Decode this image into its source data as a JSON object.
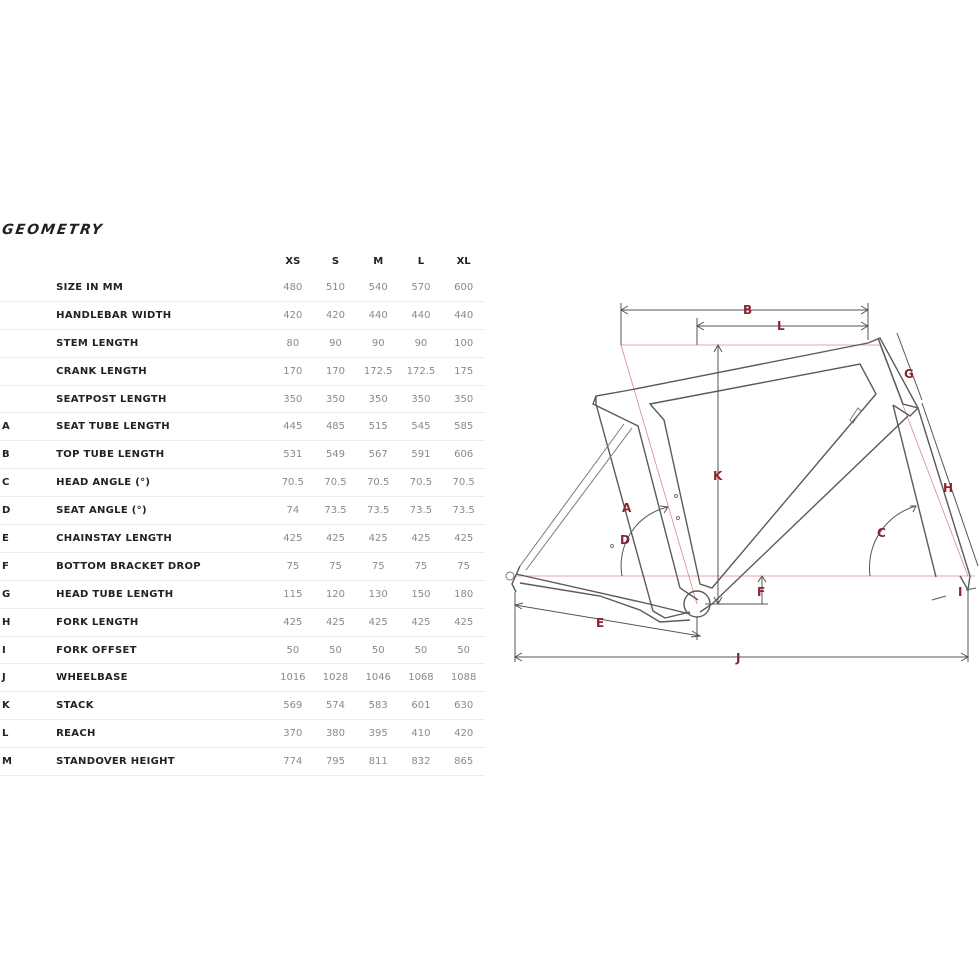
{
  "title": "GEOMETRY",
  "sizes": [
    "XS",
    "S",
    "M",
    "L",
    "XL"
  ],
  "rows": [
    {
      "letter": "",
      "label": "SIZE IN MM",
      "values": [
        "480",
        "510",
        "540",
        "570",
        "600"
      ]
    },
    {
      "letter": "",
      "label": "HANDLEBAR WIDTH",
      "values": [
        "420",
        "420",
        "440",
        "440",
        "440"
      ]
    },
    {
      "letter": "",
      "label": "STEM LENGTH",
      "values": [
        "80",
        "90",
        "90",
        "90",
        "100"
      ]
    },
    {
      "letter": "",
      "label": "CRANK LENGTH",
      "values": [
        "170",
        "170",
        "172.5",
        "172.5",
        "175"
      ]
    },
    {
      "letter": "",
      "label": "SEATPOST LENGTH",
      "values": [
        "350",
        "350",
        "350",
        "350",
        "350"
      ]
    },
    {
      "letter": "A",
      "label": "SEAT TUBE LENGTH",
      "values": [
        "445",
        "485",
        "515",
        "545",
        "585"
      ]
    },
    {
      "letter": "B",
      "label": "TOP TUBE LENGTH",
      "values": [
        "531",
        "549",
        "567",
        "591",
        "606"
      ]
    },
    {
      "letter": "C",
      "label": "HEAD ANGLE (°)",
      "values": [
        "70.5",
        "70.5",
        "70.5",
        "70.5",
        "70.5"
      ]
    },
    {
      "letter": "D",
      "label": "SEAT ANGLE (°)",
      "values": [
        "74",
        "73.5",
        "73.5",
        "73.5",
        "73.5"
      ]
    },
    {
      "letter": "E",
      "label": "CHAINSTAY LENGTH",
      "values": [
        "425",
        "425",
        "425",
        "425",
        "425"
      ]
    },
    {
      "letter": "F",
      "label": "BOTTOM BRACKET DROP",
      "values": [
        "75",
        "75",
        "75",
        "75",
        "75"
      ]
    },
    {
      "letter": "G",
      "label": "HEAD TUBE LENGTH",
      "values": [
        "115",
        "120",
        "130",
        "150",
        "180"
      ]
    },
    {
      "letter": "H",
      "label": "FORK LENGTH",
      "values": [
        "425",
        "425",
        "425",
        "425",
        "425"
      ]
    },
    {
      "letter": "I",
      "label": "FORK OFFSET",
      "values": [
        "50",
        "50",
        "50",
        "50",
        "50"
      ]
    },
    {
      "letter": "J",
      "label": "WHEELBASE",
      "values": [
        "1016",
        "1028",
        "1046",
        "1068",
        "1088"
      ]
    },
    {
      "letter": "K",
      "label": "STACK",
      "values": [
        "569",
        "574",
        "583",
        "601",
        "630"
      ]
    },
    {
      "letter": "L",
      "label": "REACH",
      "values": [
        "370",
        "380",
        "395",
        "410",
        "420"
      ]
    },
    {
      "letter": "M",
      "label": "STANDOVER HEIGHT",
      "values": [
        "774",
        "795",
        "811",
        "832",
        "865"
      ]
    }
  ],
  "diagram": {
    "labels": {
      "A": "A",
      "B": "B",
      "C": "C",
      "D": "D",
      "E": "E",
      "F": "F",
      "G": "G",
      "H": "H",
      "I": "I",
      "J": "J",
      "K": "K",
      "L": "L"
    },
    "label_color": "#8b2332",
    "reference_line_color": "#dd8888"
  }
}
